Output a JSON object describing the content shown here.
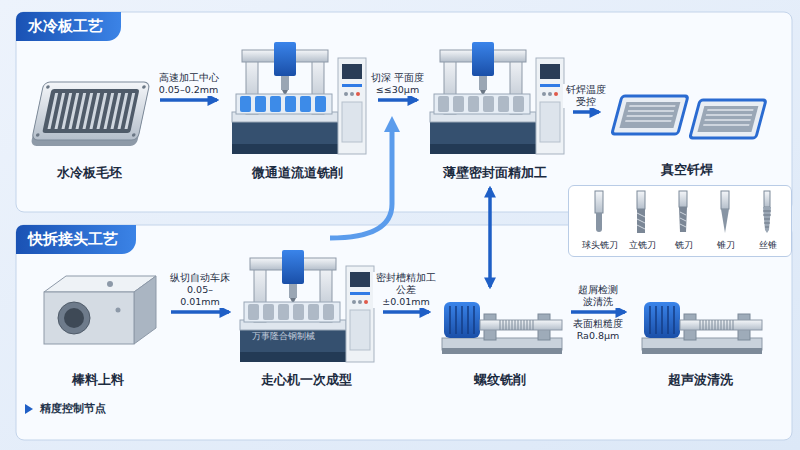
{
  "diagram": {
    "nodes": [
      {
        "text": [
          "水冷板工艺"
        ]
      },
      {
        "text": [
          "水冷板毛坯"
        ],
        "in": 0
      },
      {
        "text": [
          "微通道流道铣削"
        ],
        "in": 0
      },
      {
        "text": [
          "薄壁密封面精加工"
        ],
        "in": 0
      },
      {
        "text": [
          "真空钎焊"
        ],
        "in": 0
      },
      {
        "text": [
          "球头铣刀",
          "立铣刀",
          "铣刀",
          "锥刀",
          "丝锥"
        ]
      },
      {
        "text": [
          "快拆接头工艺"
        ]
      },
      {
        "text": [
          "棒料上料"
        ],
        "in": 6
      },
      {
        "text": [
          "走心机一次成型"
        ],
        "in": 6
      },
      {
        "text": [
          "螺纹铣削"
        ],
        "in": 6
      },
      {
        "text": [
          "超声波清洗"
        ],
        "in": 6
      }
    ],
    "edges": [
      {
        "from": 1,
        "to": 2,
        "arrow": "to",
        "label": "高速加工中心 0.05–0.2mm"
      },
      {
        "from": 2,
        "to": 3,
        "arrow": "to",
        "label": "切深 平面度 ≤≤30μm"
      },
      {
        "from": 3,
        "to": 4,
        "arrow": "to",
        "label": "钎焊温度 受控"
      },
      {
        "from": 3,
        "to": 9,
        "arrow": "both"
      },
      {
        "from": 7,
        "to": 8,
        "arrow": "to",
        "label": "纵切自动车床 0.05–0.01mm"
      },
      {
        "from": 8,
        "to": 9,
        "arrow": "to",
        "label": "密封槽精加工 公差±0.01mm"
      },
      {
        "from": 9,
        "to": 10,
        "arrow": "to",
        "label": "超屑检测 波清洗"
      }
    ],
    "labels": [
      "表面粗糙度 Ra0.8μm",
      "万事隆合钢制械"
    ],
    "legend": [
      {
        "text": "精度控制节点"
      }
    ]
  }
}
